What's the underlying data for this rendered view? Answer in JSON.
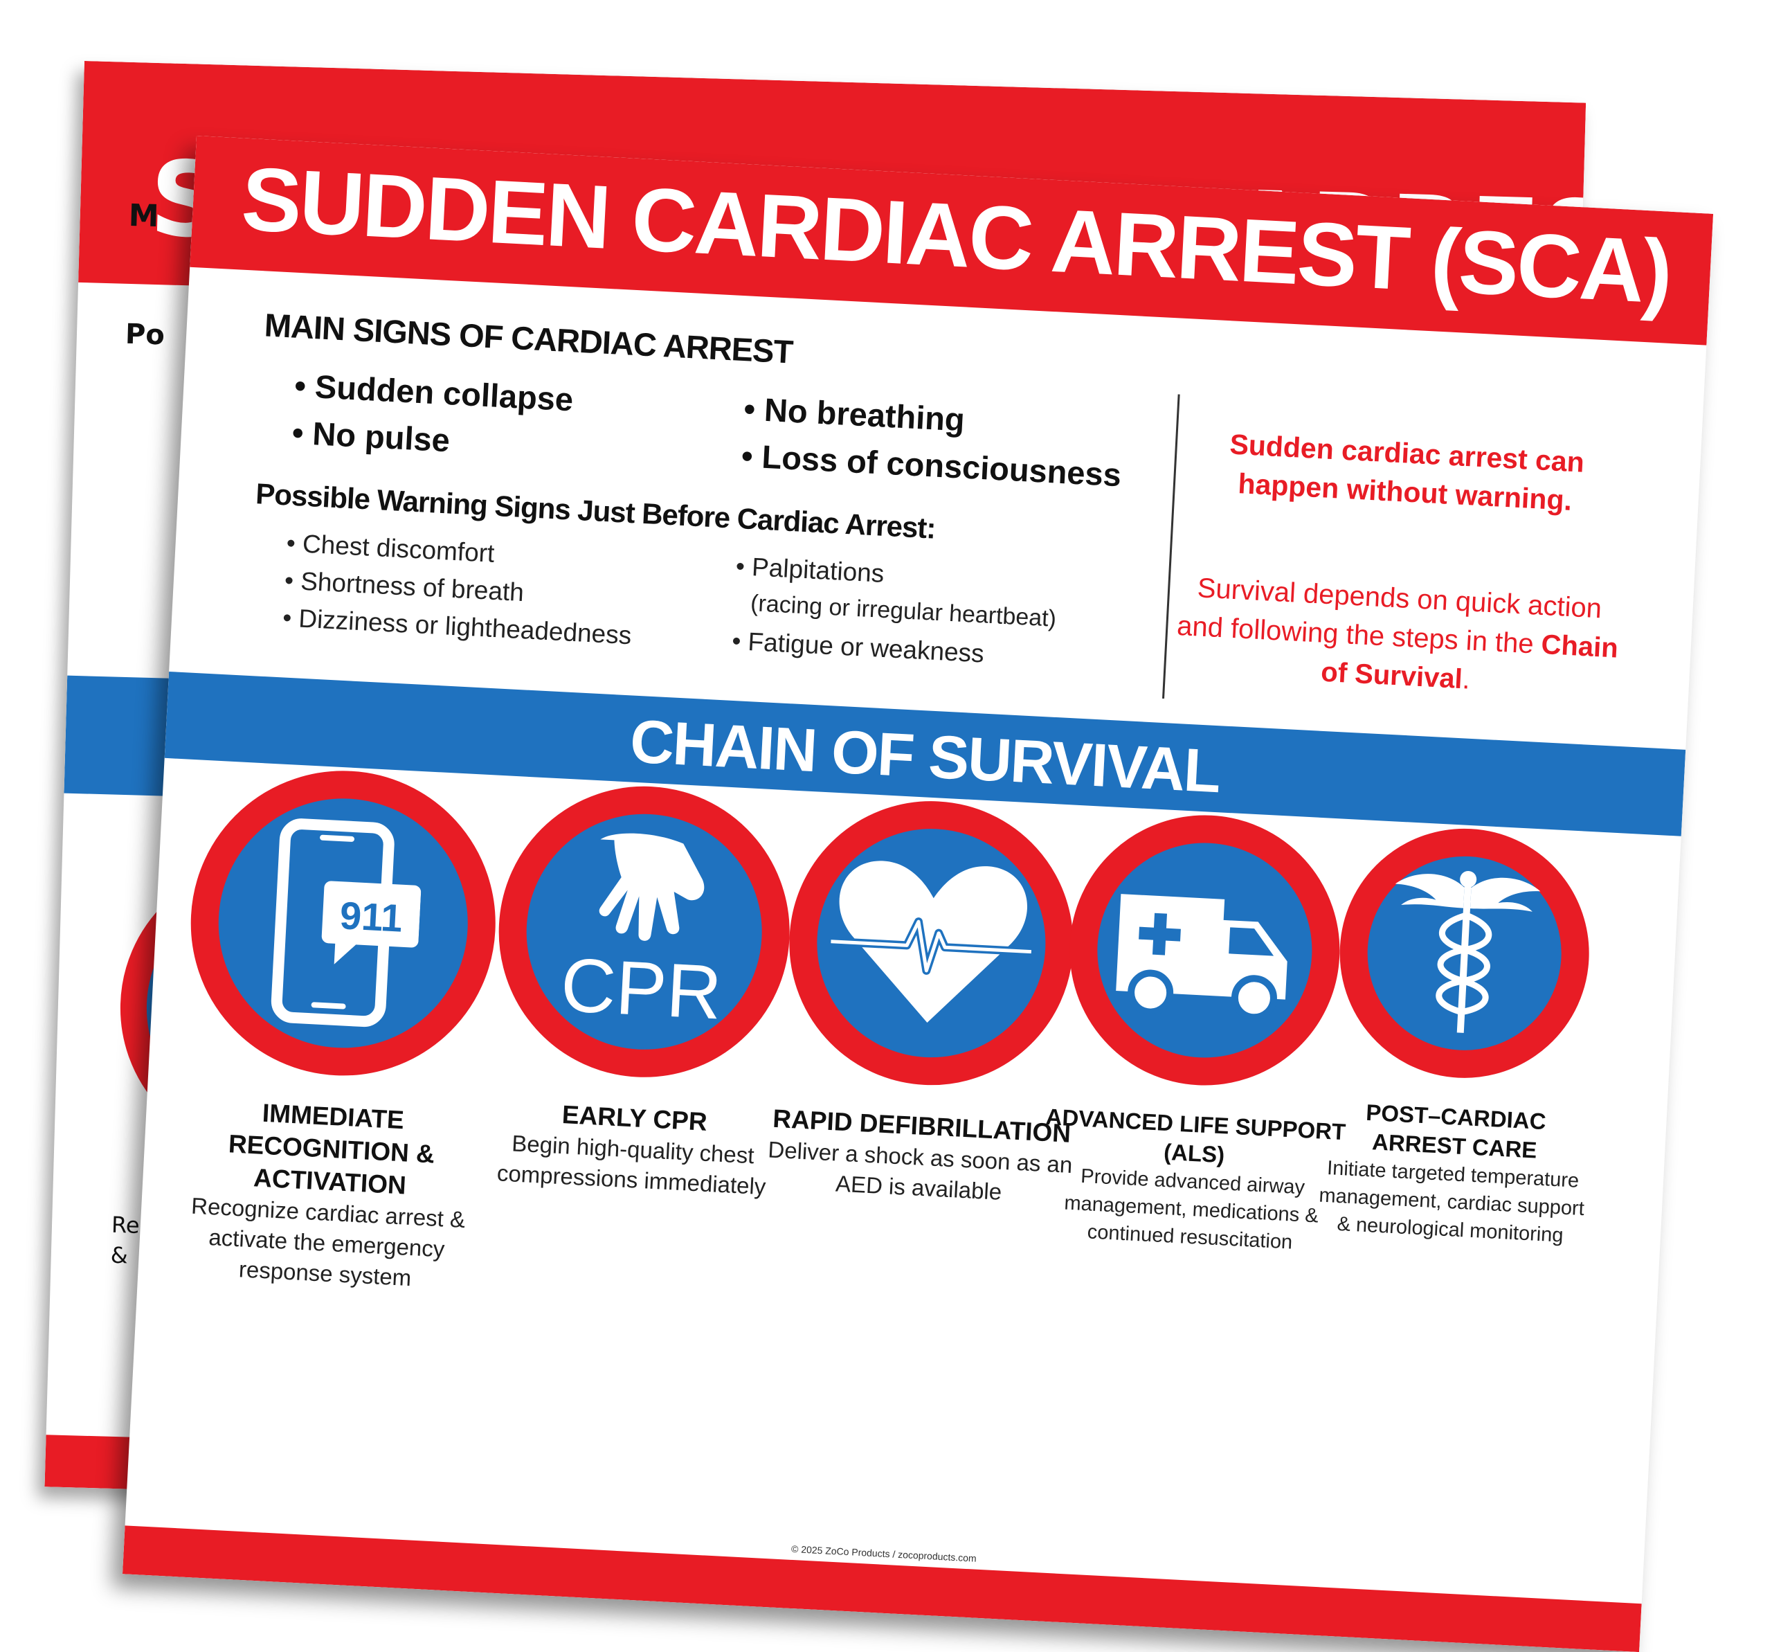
{
  "title": "SUDDEN CARDIAC ARREST (SCA)",
  "main_signs": {
    "heading": "MAIN SIGNS OF CARDIAC ARREST",
    "left": [
      "Sudden collapse",
      "No pulse"
    ],
    "right": [
      "No breathing",
      "Loss of consciousness"
    ]
  },
  "warning_signs": {
    "heading": "Possible Warning Signs Just Before Cardiac Arrest:",
    "left": [
      "Chest discomfort",
      "Shortness of breath",
      "Dizziness or lightheadedness"
    ],
    "right_first": "Palpitations",
    "right_first_detail": "(racing or irregular heartbeat)",
    "right_second": "Fatigue or weakness"
  },
  "note": {
    "warning": "Sudden cardiac arrest can happen without warning.",
    "survival_prefix": "Survival depends on quick action and following the steps in the",
    "survival_emphasis": "Chain of Survival",
    "survival_suffix": "."
  },
  "chain": {
    "heading": "CHAIN OF SURVIVAL",
    "steps": [
      {
        "icon": "phone-911-icon",
        "icon_text": "911",
        "title": "IMMEDIATE RECOGNITION & ACTIVATION",
        "desc": "Recognize cardiac arrest & activate the emergency response system"
      },
      {
        "icon": "cpr-hands-icon",
        "icon_text": "CPR",
        "title": "EARLY CPR",
        "desc": "Begin high-quality chest compressions immediately"
      },
      {
        "icon": "heart-pulse-icon",
        "title": "RAPID DEFIBRILLATION",
        "desc": "Deliver a shock as soon as an AED is available"
      },
      {
        "icon": "ambulance-icon",
        "title": "ADVANCED LIFE SUPPORT (ALS)",
        "desc": "Provide advanced airway management, medications & continued resuscitation"
      },
      {
        "icon": "caduceus-icon",
        "title": "POST–CARDIAC ARREST CARE",
        "desc": "Initiate targeted temperature management, cardiac support & neurological monitoring"
      }
    ]
  },
  "copyright": "© 2025 ZoCo Products / zocoproducts.com",
  "back_poster": {
    "title_fragment": "SUDDEN CARDIAC ARREST (SCA)",
    "fragment_1": "M",
    "fragment_2": "Po",
    "fragment_3": "Re",
    "fragment_4": "&"
  },
  "colors": {
    "red": "#e81c25",
    "blue": "#1f72bf",
    "text": "#111111"
  }
}
